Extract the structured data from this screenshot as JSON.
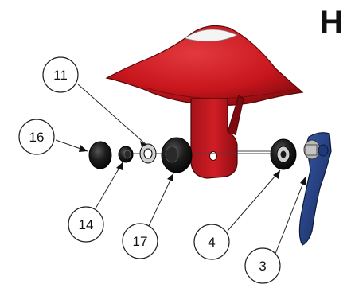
{
  "heading": "H",
  "callouts": [
    {
      "label": "11"
    },
    {
      "label": "16"
    },
    {
      "label": "14"
    },
    {
      "label": "17"
    },
    {
      "label": "4"
    },
    {
      "label": "3"
    }
  ],
  "colors": {
    "body_red": "#c8161d",
    "body_red_dark": "#8e0d12",
    "rubber_black": "#161616",
    "lever_blue": "#1f3a78",
    "metal_gray": "#b8b8b8"
  }
}
